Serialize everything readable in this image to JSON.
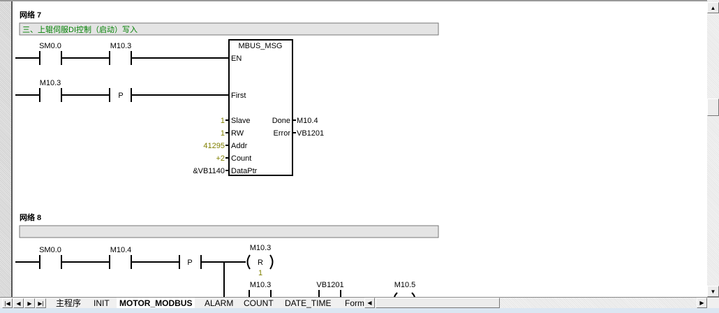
{
  "network7": {
    "title": "网络 7",
    "comment": "三、上辊伺服DI控制（启动）写入",
    "contacts": [
      {
        "label": "SM0.0"
      },
      {
        "label": "M10.3"
      },
      {
        "label": "M10.3"
      },
      {
        "label": "P"
      }
    ],
    "block": {
      "name": "MBUS_MSG",
      "inputs": [
        {
          "pin": "EN",
          "value": ""
        },
        {
          "pin": "First",
          "value": ""
        },
        {
          "pin": "Slave",
          "value": "1"
        },
        {
          "pin": "RW",
          "value": "1"
        },
        {
          "pin": "Addr",
          "value": "41295"
        },
        {
          "pin": "Count",
          "value": "+2"
        },
        {
          "pin": "DataPtr",
          "value": "&VB1140"
        }
      ],
      "outputs": [
        {
          "pin": "Done",
          "value": "M10.4"
        },
        {
          "pin": "Error",
          "value": "VB1201"
        }
      ]
    }
  },
  "network8": {
    "title": "网络 8",
    "comment": "",
    "contacts": [
      {
        "label": "SM0.0"
      },
      {
        "label": "M10.4"
      },
      {
        "label": "P"
      },
      {
        "label": "M10.3"
      },
      {
        "label": "VB1201"
      }
    ],
    "coils": [
      {
        "label": "M10.3",
        "type": "R",
        "count": "1"
      },
      {
        "label": "M10.5",
        "type": "S"
      }
    ]
  },
  "tabs": [
    {
      "label": "主程序",
      "active": false
    },
    {
      "label": "INIT",
      "active": false
    },
    {
      "label": "MOTOR_MODBUS",
      "active": true
    },
    {
      "label": "ALARM",
      "active": false
    },
    {
      "label": "COUNT",
      "active": false
    },
    {
      "label": "DATE_TIME",
      "active": false
    },
    {
      "label": "Form",
      "active": false
    }
  ],
  "colors": {
    "comment_text": "#008000",
    "constant_text": "#808000",
    "comment_bar": "#e4e4e4"
  }
}
